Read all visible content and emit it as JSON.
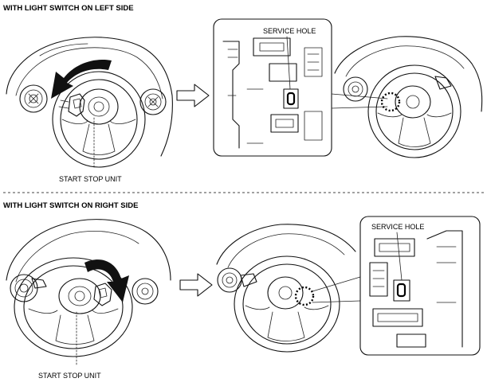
{
  "sections": [
    {
      "heading": "WITH LIGHT SWITCH ON LEFT SIDE",
      "callout_label": "START STOP UNIT",
      "detail_label": "SERVICE HOLE"
    },
    {
      "heading": "WITH LIGHT SWITCH ON RIGHT SIDE",
      "callout_label": "START STOP UNIT",
      "detail_label": "SERVICE HOLE"
    }
  ],
  "colors": {
    "line": "#111111",
    "arrow_fill": "#111111",
    "background": "#ffffff"
  },
  "icons": {
    "rotate_arrow": "curved-rotation-arrow-icon",
    "next_step": "right-arrow-outline-icon"
  }
}
